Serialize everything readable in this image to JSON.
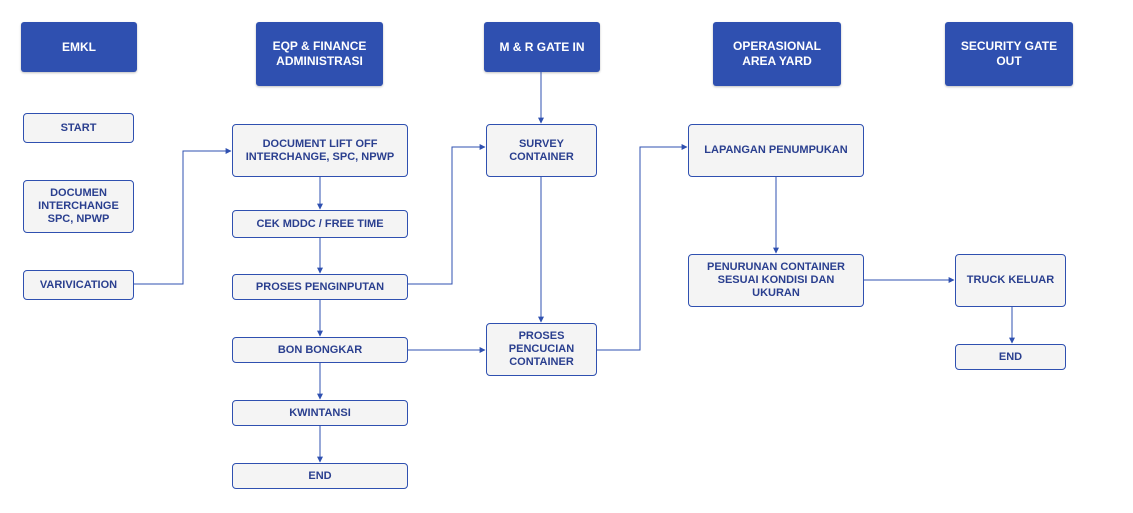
{
  "colors": {
    "header_bg": "#2f50b0",
    "node_border": "#2f50b0",
    "node_text": "#2a3f8f",
    "arrow": "#2f50b0"
  },
  "lanes": {
    "emkl": "EMKL",
    "eqp_finance": "EQP & FINANCE ADMINISTRASI",
    "mr_gate_in": "M & R GATE IN",
    "operasional": "OPERASIONAL AREA YARD",
    "security_gate_out": "SECURITY GATE OUT"
  },
  "emkl": {
    "start": "START",
    "documen": "DOCUMEN INTERCHANGE SPC, NPWP",
    "varivication": "VARIVICATION"
  },
  "eqp": {
    "document_lift_off": "DOCUMENT LIFT OFF INTERCHANGE, SPC, NPWP",
    "cek_mddc": "CEK MDDC / FREE TIME",
    "proses_penginputan": "PROSES PENGINPUTAN",
    "bon_bongkar": "BON BONGKAR",
    "kwintansi": "KWINTANSI",
    "end": "END"
  },
  "mr": {
    "survey": "SURVEY CONTAINER",
    "pencucian": "PROSES PENCUCIAN CONTAINER"
  },
  "ops": {
    "lapangan": "LAPANGAN PENUMPUKAN",
    "penurunan": "PENURUNAN CONTAINER SESUAI KONDISI DAN UKURAN"
  },
  "security": {
    "truck_keluar": "TRUCK KELUAR",
    "end": "END"
  }
}
